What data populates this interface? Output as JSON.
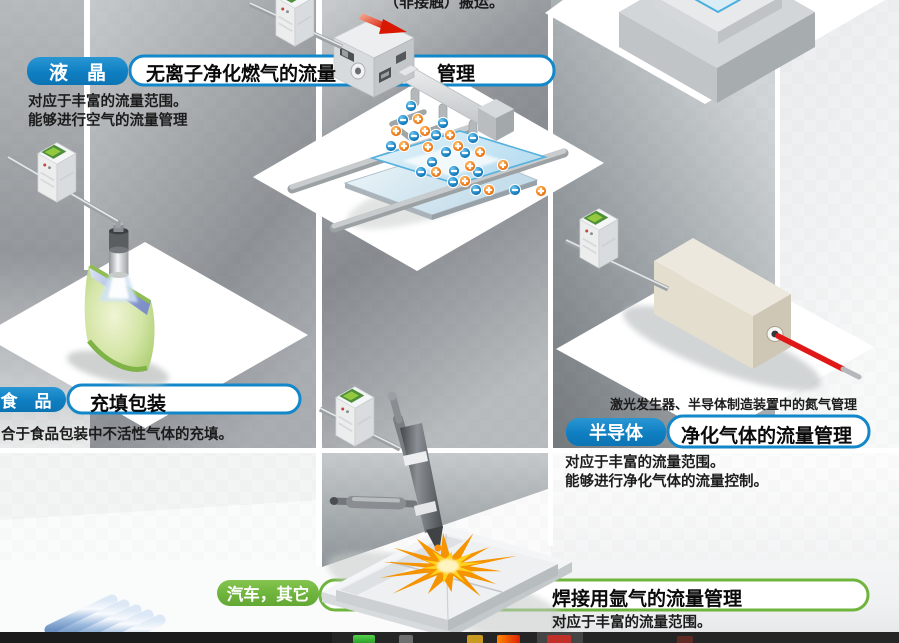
{
  "page": {
    "kind": "product-catalog-application-examples",
    "language": "zh-CN"
  },
  "captions": {
    "top_partial": "（非接触）搬运。",
    "laser": "激光发生器、半导体制造装置中的氮气管理"
  },
  "sections": {
    "lcd": {
      "category": "液　晶",
      "title_left": "无离子净化燃气的流量",
      "title_right": "管理",
      "desc_line1": "对应于丰富的流量范围。",
      "desc_line2": "能够进行空气的流量管理"
    },
    "food": {
      "category": "食　品",
      "title": "充填包装",
      "desc": "合于食品包装中不活性气体的充填。"
    },
    "semiconductor": {
      "category": "半导体",
      "title": "净化气体的流量管理",
      "desc_line1": "对应于丰富的流量范围。",
      "desc_line2": "能够进行净化气体的流量控制。"
    },
    "automotive": {
      "category": "汽车，其它",
      "title": "焊接用氩气的流量管理",
      "desc_line1": "对应于丰富的流量范围。"
    }
  },
  "colors": {
    "category_blue": "#1287c9",
    "category_green": "#6fb43c",
    "box_border_blue": "#1287c9",
    "box_border_green": "#6fb43c",
    "ion_minus_blue": "#1173b5",
    "ion_plus_orange": "#ef7d1a",
    "laser_beam_red": "#e11818",
    "taskbar_background": "#1b1b1b"
  },
  "taskbar": {
    "icons": [
      {
        "name": "green-app"
      },
      {
        "name": "gray-app"
      },
      {
        "name": "yellow-app"
      },
      {
        "name": "orange-app"
      },
      {
        "name": "red-app"
      },
      {
        "name": "dim-red-app"
      }
    ]
  }
}
